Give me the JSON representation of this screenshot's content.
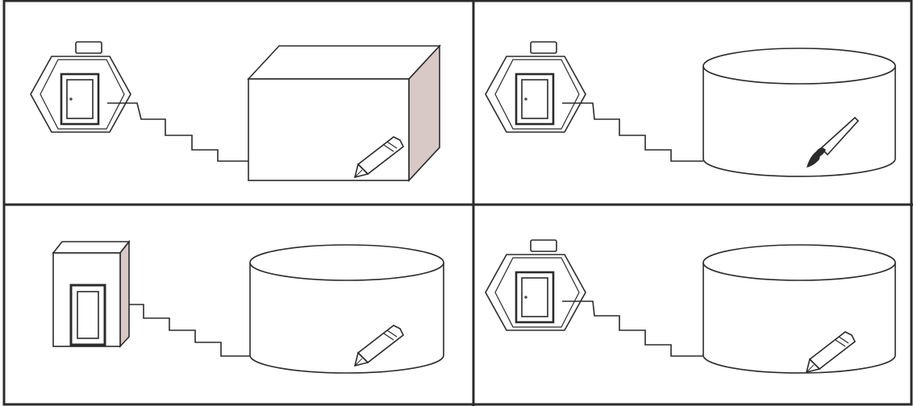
{
  "layout": "2x2-grid",
  "panels": [
    {
      "id": "top-left",
      "source": "hexagonal-terminal",
      "target": "box",
      "tool": "pen"
    },
    {
      "id": "top-right",
      "source": "hexagonal-terminal",
      "target": "cylinder",
      "tool": "paintbrush"
    },
    {
      "id": "bottom-left",
      "source": "cabinet-terminal",
      "target": "cylinder",
      "tool": "pen"
    },
    {
      "id": "bottom-right",
      "source": "hexagonal-terminal",
      "target": "cylinder",
      "tool": "pen"
    }
  ],
  "colors": {
    "stroke": "#2b2b2b",
    "side_face": "#d8c9c6",
    "background": "#ffffff"
  }
}
